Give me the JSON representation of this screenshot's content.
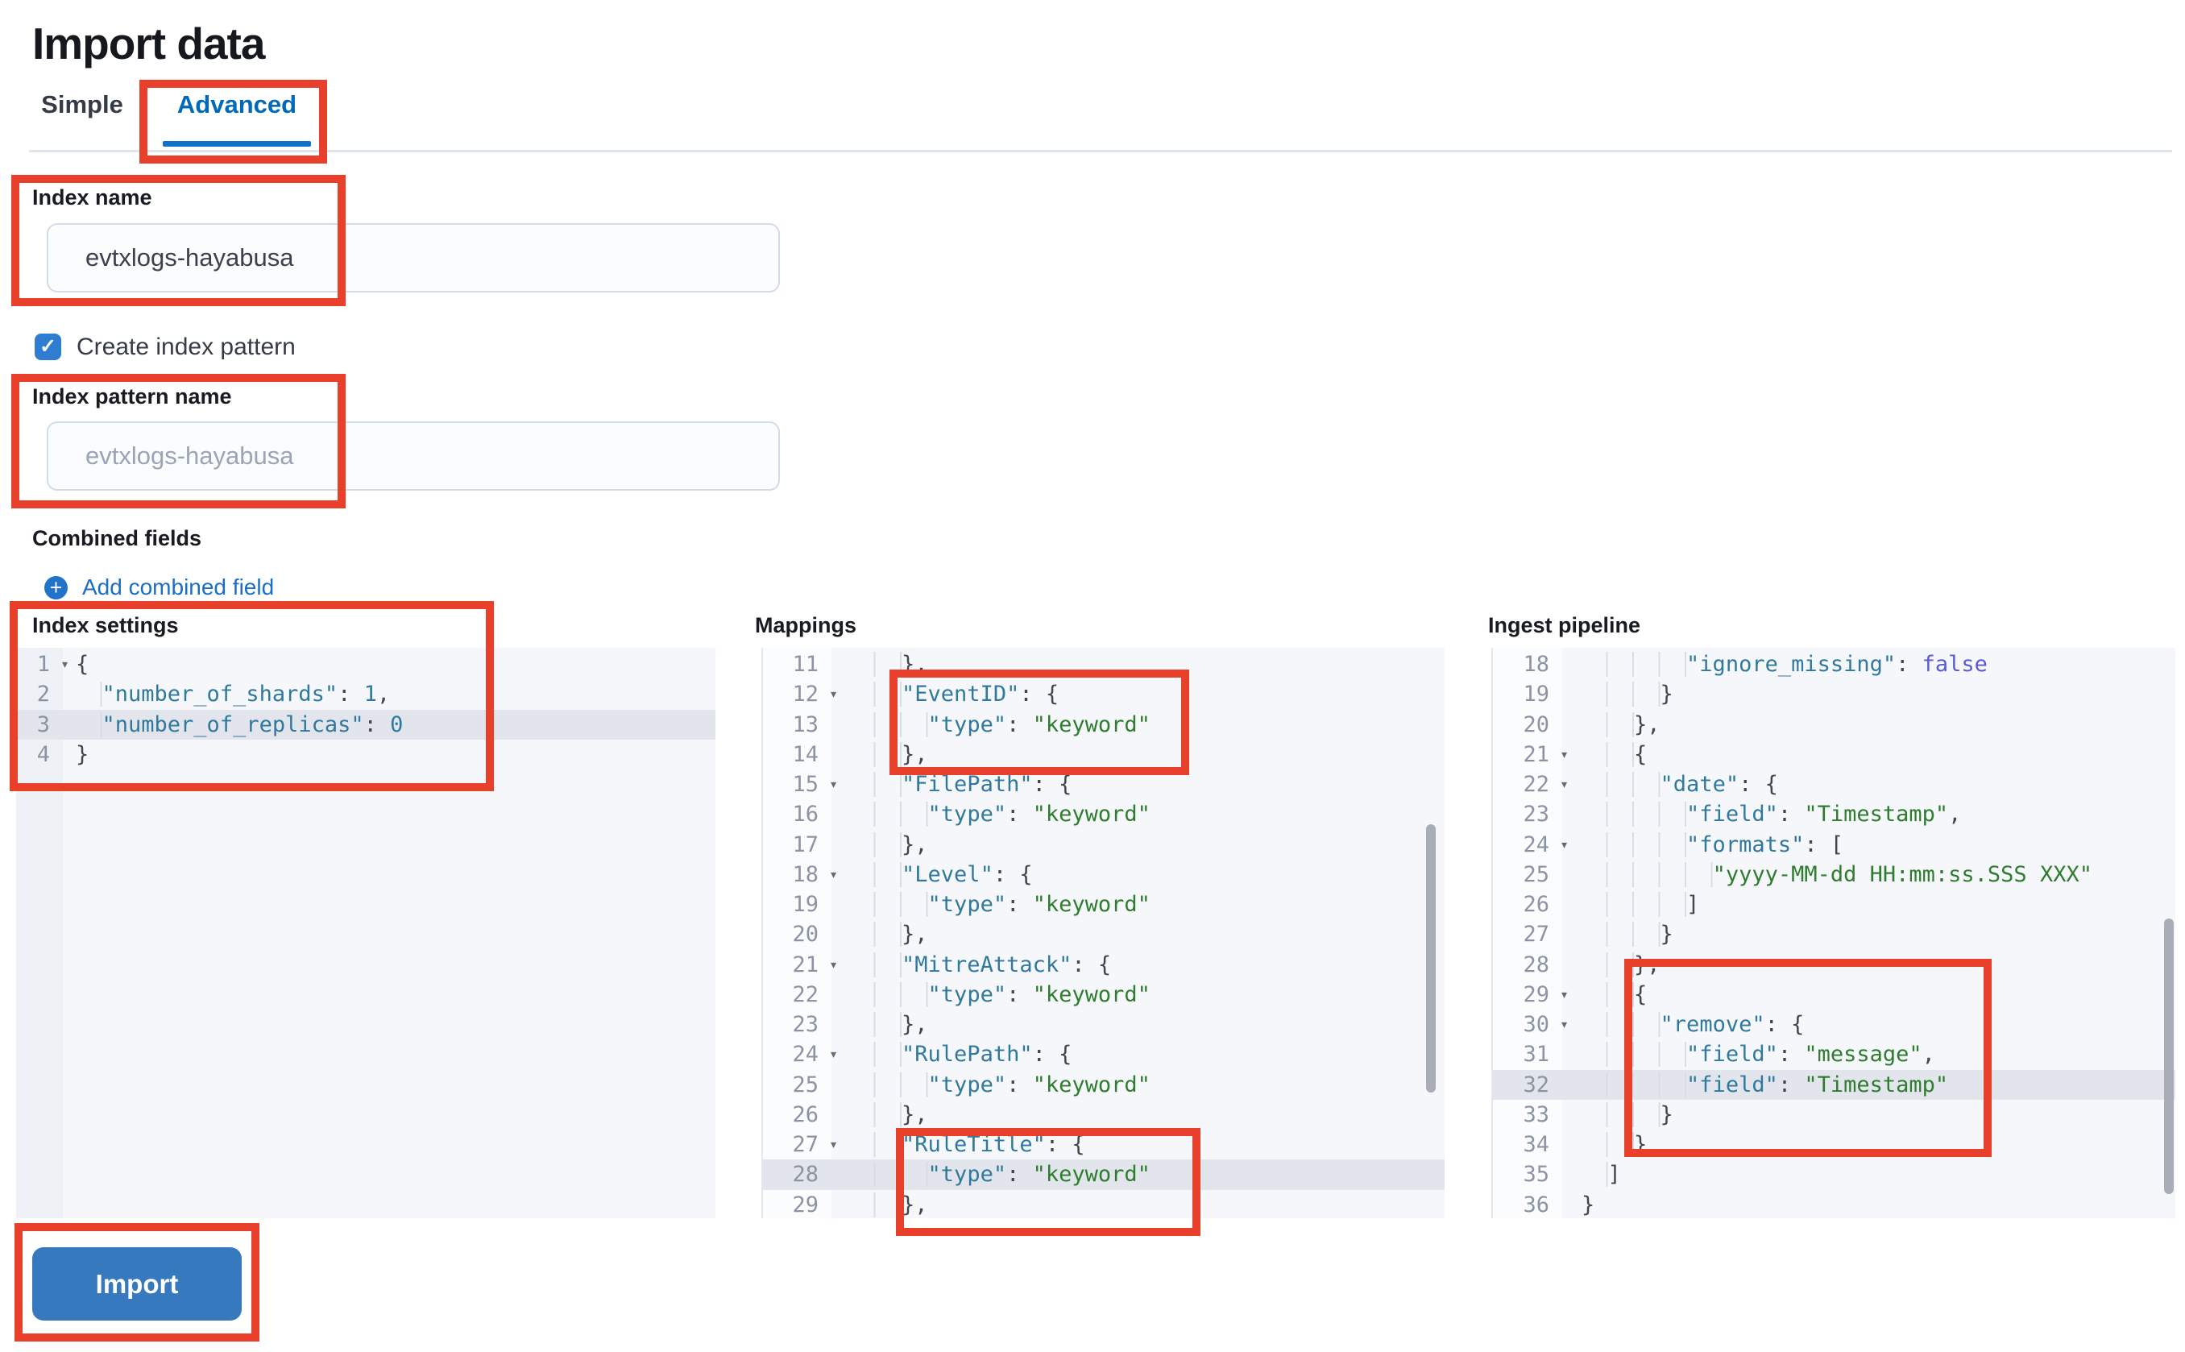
{
  "page": {
    "title": "Import data"
  },
  "tabs": {
    "simple": "Simple",
    "advanced": "Advanced"
  },
  "form": {
    "index_name_label": "Index name",
    "index_name_value": "evtxlogs-hayabusa",
    "create_index_pattern_label": "Create index pattern",
    "create_index_pattern_checked": true,
    "index_pattern_label": "Index pattern name",
    "index_pattern_placeholder": "evtxlogs-hayabusa",
    "combined_fields_label": "Combined fields",
    "add_combined_field_label": "Add combined field",
    "import_button_label": "Import"
  },
  "icons": {
    "checkbox_check": "✓",
    "add_plus": "+",
    "fold_arrow": "▾"
  },
  "colors": {
    "annotation_red": "#e8402a",
    "accent_blue": "#0069ba",
    "tab_underline": "#0e71c8",
    "button_blue": "#3779bf",
    "checkbox_blue": "#2e7dd1",
    "link_blue": "#1b6ec6",
    "code_key_teal": "#31799c",
    "code_string_green": "#2e7d2f",
    "code_boolean_purple": "#5a5ad6",
    "editor_bg": "#f6f7fa",
    "active_line_bg": "#e2e5ec"
  },
  "editors": [
    {
      "id": "index-settings",
      "label": "Index settings",
      "active_line": 3,
      "lines": [
        {
          "n": 1,
          "f": true,
          "t": [
            [
              "d",
              "{"
            ]
          ]
        },
        {
          "n": 2,
          "t": [
            [
              "w",
              "  "
            ],
            [
              "k",
              "\"number_of_shards\""
            ],
            [
              "d",
              ": "
            ],
            [
              "n",
              "1"
            ],
            [
              "d",
              ","
            ]
          ]
        },
        {
          "n": 3,
          "t": [
            [
              "w",
              "  "
            ],
            [
              "k",
              "\"number_of_replicas\""
            ],
            [
              "d",
              ": "
            ],
            [
              "n",
              "0"
            ]
          ]
        },
        {
          "n": 4,
          "t": [
            [
              "d",
              "}"
            ]
          ]
        }
      ]
    },
    {
      "id": "mappings",
      "label": "Mappings",
      "active_line": 28,
      "lines": [
        {
          "n": 11,
          "t": [
            [
              "w",
              "    "
            ],
            [
              "d",
              "},"
            ]
          ]
        },
        {
          "n": 12,
          "f": true,
          "t": [
            [
              "w",
              "    "
            ],
            [
              "k",
              "\"EventID\""
            ],
            [
              "d",
              ": {"
            ]
          ]
        },
        {
          "n": 13,
          "t": [
            [
              "w",
              "      "
            ],
            [
              "k",
              "\"type\""
            ],
            [
              "d",
              ": "
            ],
            [
              "s",
              "\"keyword\""
            ]
          ]
        },
        {
          "n": 14,
          "t": [
            [
              "w",
              "    "
            ],
            [
              "d",
              "},"
            ]
          ]
        },
        {
          "n": 15,
          "f": true,
          "t": [
            [
              "w",
              "    "
            ],
            [
              "k",
              "\"FilePath\""
            ],
            [
              "d",
              ": {"
            ]
          ]
        },
        {
          "n": 16,
          "t": [
            [
              "w",
              "      "
            ],
            [
              "k",
              "\"type\""
            ],
            [
              "d",
              ": "
            ],
            [
              "s",
              "\"keyword\""
            ]
          ]
        },
        {
          "n": 17,
          "t": [
            [
              "w",
              "    "
            ],
            [
              "d",
              "},"
            ]
          ]
        },
        {
          "n": 18,
          "f": true,
          "t": [
            [
              "w",
              "    "
            ],
            [
              "k",
              "\"Level\""
            ],
            [
              "d",
              ": {"
            ]
          ]
        },
        {
          "n": 19,
          "t": [
            [
              "w",
              "      "
            ],
            [
              "k",
              "\"type\""
            ],
            [
              "d",
              ": "
            ],
            [
              "s",
              "\"keyword\""
            ]
          ]
        },
        {
          "n": 20,
          "t": [
            [
              "w",
              "    "
            ],
            [
              "d",
              "},"
            ]
          ]
        },
        {
          "n": 21,
          "f": true,
          "t": [
            [
              "w",
              "    "
            ],
            [
              "k",
              "\"MitreAttack\""
            ],
            [
              "d",
              ": {"
            ]
          ]
        },
        {
          "n": 22,
          "t": [
            [
              "w",
              "      "
            ],
            [
              "k",
              "\"type\""
            ],
            [
              "d",
              ": "
            ],
            [
              "s",
              "\"keyword\""
            ]
          ]
        },
        {
          "n": 23,
          "t": [
            [
              "w",
              "    "
            ],
            [
              "d",
              "},"
            ]
          ]
        },
        {
          "n": 24,
          "f": true,
          "t": [
            [
              "w",
              "    "
            ],
            [
              "k",
              "\"RulePath\""
            ],
            [
              "d",
              ": {"
            ]
          ]
        },
        {
          "n": 25,
          "t": [
            [
              "w",
              "      "
            ],
            [
              "k",
              "\"type\""
            ],
            [
              "d",
              ": "
            ],
            [
              "s",
              "\"keyword\""
            ]
          ]
        },
        {
          "n": 26,
          "t": [
            [
              "w",
              "    "
            ],
            [
              "d",
              "},"
            ]
          ]
        },
        {
          "n": 27,
          "f": true,
          "t": [
            [
              "w",
              "    "
            ],
            [
              "k",
              "\"RuleTitle\""
            ],
            [
              "d",
              ": {"
            ]
          ]
        },
        {
          "n": 28,
          "t": [
            [
              "w",
              "      "
            ],
            [
              "k",
              "\"type\""
            ],
            [
              "d",
              ": "
            ],
            [
              "s",
              "\"keyword\""
            ]
          ]
        },
        {
          "n": 29,
          "t": [
            [
              "w",
              "    "
            ],
            [
              "d",
              "},"
            ]
          ]
        }
      ]
    },
    {
      "id": "ingest-pipeline",
      "label": "Ingest pipeline",
      "active_line": 32,
      "lines": [
        {
          "n": 18,
          "t": [
            [
              "w",
              "        "
            ],
            [
              "k",
              "\"ignore_missing\""
            ],
            [
              "d",
              ": "
            ],
            [
              "b",
              "false"
            ]
          ]
        },
        {
          "n": 19,
          "t": [
            [
              "w",
              "      "
            ],
            [
              "d",
              "}"
            ]
          ]
        },
        {
          "n": 20,
          "t": [
            [
              "w",
              "    "
            ],
            [
              "d",
              "},"
            ]
          ]
        },
        {
          "n": 21,
          "f": true,
          "t": [
            [
              "w",
              "    "
            ],
            [
              "d",
              "{"
            ]
          ]
        },
        {
          "n": 22,
          "f": true,
          "t": [
            [
              "w",
              "      "
            ],
            [
              "k",
              "\"date\""
            ],
            [
              "d",
              ": {"
            ]
          ]
        },
        {
          "n": 23,
          "t": [
            [
              "w",
              "        "
            ],
            [
              "k",
              "\"field\""
            ],
            [
              "d",
              ": "
            ],
            [
              "s",
              "\"Timestamp\""
            ],
            [
              "d",
              ","
            ]
          ]
        },
        {
          "n": 24,
          "f": true,
          "t": [
            [
              "w",
              "        "
            ],
            [
              "k",
              "\"formats\""
            ],
            [
              "d",
              ": ["
            ]
          ]
        },
        {
          "n": 25,
          "t": [
            [
              "w",
              "          "
            ],
            [
              "s",
              "\"yyyy-MM-dd HH:mm:ss.SSS XXX\""
            ]
          ]
        },
        {
          "n": 26,
          "t": [
            [
              "w",
              "        "
            ],
            [
              "d",
              "]"
            ]
          ]
        },
        {
          "n": 27,
          "t": [
            [
              "w",
              "      "
            ],
            [
              "d",
              "}"
            ]
          ]
        },
        {
          "n": 28,
          "t": [
            [
              "w",
              "    "
            ],
            [
              "d",
              "},"
            ]
          ]
        },
        {
          "n": 29,
          "f": true,
          "t": [
            [
              "w",
              "    "
            ],
            [
              "d",
              "{"
            ]
          ]
        },
        {
          "n": 30,
          "f": true,
          "t": [
            [
              "w",
              "      "
            ],
            [
              "k",
              "\"remove\""
            ],
            [
              "d",
              ": {"
            ]
          ]
        },
        {
          "n": 31,
          "t": [
            [
              "w",
              "        "
            ],
            [
              "k",
              "\"field\""
            ],
            [
              "d",
              ": "
            ],
            [
              "s",
              "\"message\""
            ],
            [
              "d",
              ","
            ]
          ]
        },
        {
          "n": 32,
          "t": [
            [
              "w",
              "        "
            ],
            [
              "k",
              "\"field\""
            ],
            [
              "d",
              ": "
            ],
            [
              "s",
              "\"Timestamp\""
            ]
          ]
        },
        {
          "n": 33,
          "t": [
            [
              "w",
              "      "
            ],
            [
              "d",
              "}"
            ]
          ]
        },
        {
          "n": 34,
          "t": [
            [
              "w",
              "    "
            ],
            [
              "d",
              "}"
            ]
          ]
        },
        {
          "n": 35,
          "t": [
            [
              "w",
              "  "
            ],
            [
              "d",
              "]"
            ]
          ]
        },
        {
          "n": 36,
          "t": [
            [
              "d",
              "}"
            ]
          ]
        }
      ]
    }
  ]
}
